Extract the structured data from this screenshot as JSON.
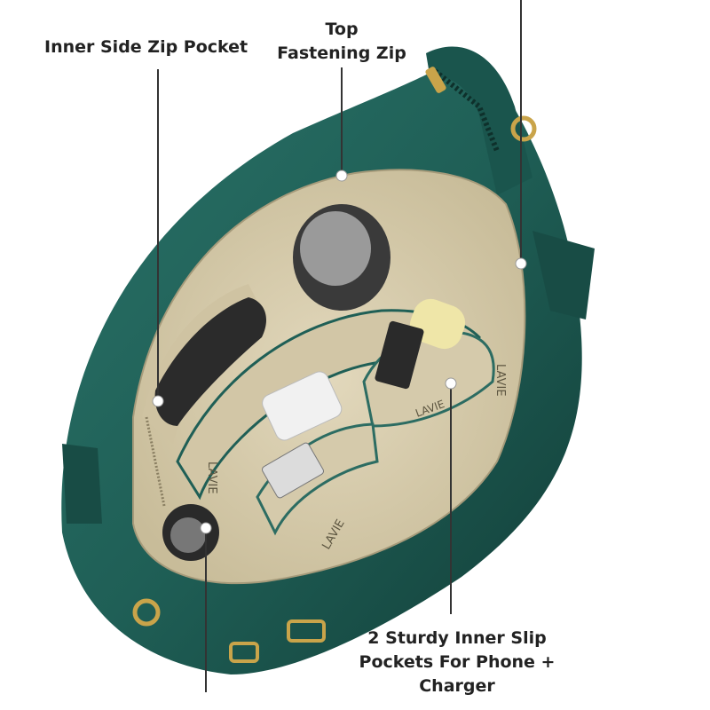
{
  "image": {
    "description_tags": [
      "bag-interior",
      "callout-lines"
    ]
  },
  "colors": {
    "background": "#ffffff",
    "bag_leather": "#1f5f56",
    "bag_leather_dark": "#123e38",
    "lining": "#d9ceb0",
    "lining_shadow": "#b9ad8c",
    "callout_line": "#333333",
    "text": "#222222",
    "hardware_gold": "#c9a44a"
  },
  "callouts": {
    "inner_side_zip_pocket": "Inner Side Zip Pocket",
    "top_fastening_zip_line1": "Top",
    "top_fastening_zip_line2": "Fastening Zip",
    "slip_pockets_line1": "2 Sturdy Inner Slip",
    "slip_pockets_line2": "Pockets For Phone +",
    "slip_pockets_line3": "Charger"
  },
  "lining_print": {
    "brand_mark": "LAVIE"
  }
}
